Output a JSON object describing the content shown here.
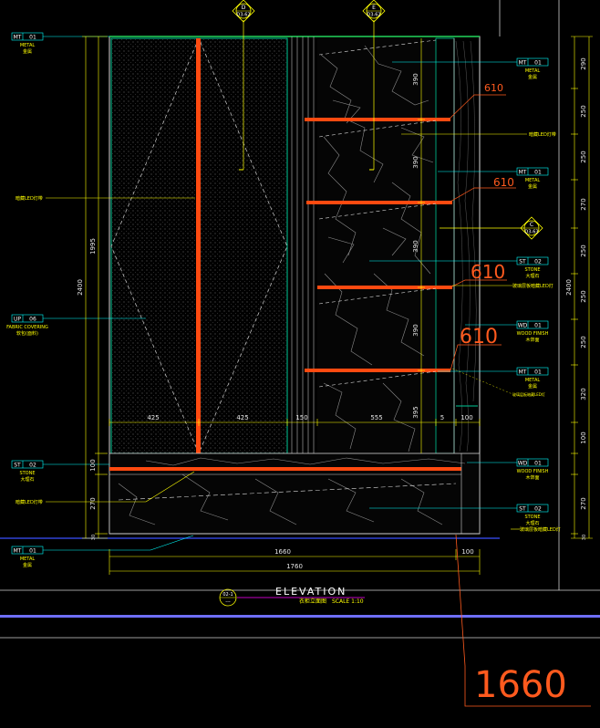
{
  "colors": {
    "background": "#000000",
    "frame": "#ffffff",
    "panel": "#00c896",
    "accent_red": "#ff4a10",
    "dim_line": "#ffff00",
    "tag_line": "#00ffff",
    "axis_blue": "#3050ff"
  },
  "section_markers": [
    {
      "letter": "D",
      "sheet": "D3-62"
    },
    {
      "letter": "E",
      "sheet": "D3-62"
    },
    {
      "letter": "C",
      "sheet": "D3-63"
    }
  ],
  "tags_left": [
    {
      "code": "MT",
      "num": "01",
      "label": "METAL",
      "label_cn": "金属"
    },
    {
      "code": "UP",
      "num": "06",
      "label": "FABRIC COVERING",
      "label_cn": "软包(面料)"
    },
    {
      "code": "ST",
      "num": "02",
      "label": "STONE",
      "label_cn": "大理石"
    },
    {
      "code": "MT",
      "num": "01",
      "label": "METAL",
      "label_cn": "金属"
    }
  ],
  "notes_left": [
    {
      "text": "暗藏LED灯带"
    },
    {
      "text": "暗藏LED灯带"
    }
  ],
  "tags_right": [
    {
      "code": "MT",
      "num": "01",
      "label": "METAL",
      "label_cn": "金属"
    },
    {
      "code": "MT",
      "num": "01",
      "label": "METAL",
      "label_cn": "金属"
    },
    {
      "code": "ST",
      "num": "02",
      "label": "STONE",
      "label_cn": "大理石"
    },
    {
      "code": "WD",
      "num": "01",
      "label": "WOOD FINISH",
      "label_cn": "木饰面"
    },
    {
      "code": "MT",
      "num": "01",
      "label": "METAL",
      "label_cn": "金属"
    },
    {
      "code": "WD",
      "num": "01",
      "label": "WOOD FINISH",
      "label_cn": "木饰面"
    },
    {
      "code": "ST",
      "num": "02",
      "label": "STONE",
      "label_cn": "大理石"
    }
  ],
  "notes_right": [
    {
      "text": "暗藏LED灯带"
    },
    {
      "text": "玻璃层板暗藏LED灯"
    },
    {
      "text": "玻璃层板暗藏LED灯"
    },
    {
      "text": "玻璃层板暗藏LED灯"
    }
  ],
  "shelf_labels": [
    "610",
    "610",
    "610",
    "610"
  ],
  "dims": {
    "left_total": "2400",
    "left_panel": "1995",
    "left_base_a": "100",
    "left_base_b": "270",
    "left_base_c": "30",
    "right_stack": [
      "390",
      "390",
      "390",
      "390",
      "395"
    ],
    "far_right": [
      "290",
      "250",
      "250",
      "270",
      "250",
      "250",
      "250",
      "320",
      "100",
      "270",
      "30"
    ],
    "far_right_total": "2400",
    "bottom_row": [
      "425",
      "425",
      "150",
      "555",
      "5",
      "100"
    ],
    "bottom_inner": "1660",
    "bottom_side": "100",
    "bottom_total": "1760"
  },
  "title_block": {
    "badge_top": "02-1",
    "badge_bottom": "---",
    "title": "ELEVATION",
    "subtitle_cn": "衣柜立面图",
    "scale": "SCALE 1:10"
  },
  "annotation_big": "1660"
}
